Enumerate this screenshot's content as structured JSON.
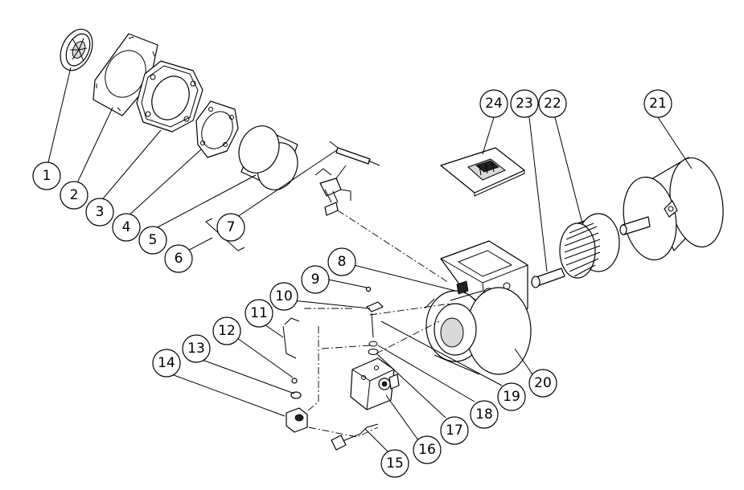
{
  "diagram": {
    "callouts": [
      {
        "id": "p1",
        "label": "1"
      },
      {
        "id": "p2",
        "label": "2"
      },
      {
        "id": "p3",
        "label": "3"
      },
      {
        "id": "p4",
        "label": "4"
      },
      {
        "id": "p5",
        "label": "5"
      },
      {
        "id": "p6",
        "label": "6"
      },
      {
        "id": "p7",
        "label": "7"
      },
      {
        "id": "p8",
        "label": "8"
      },
      {
        "id": "p9",
        "label": "9"
      },
      {
        "id": "p10",
        "label": "10"
      },
      {
        "id": "p11",
        "label": "11"
      },
      {
        "id": "p12",
        "label": "12"
      },
      {
        "id": "p13",
        "label": "13"
      },
      {
        "id": "p14",
        "label": "14"
      },
      {
        "id": "p15",
        "label": "15"
      },
      {
        "id": "p16",
        "label": "16"
      },
      {
        "id": "p17",
        "label": "17"
      },
      {
        "id": "p18",
        "label": "18"
      },
      {
        "id": "p19",
        "label": "19"
      },
      {
        "id": "p20",
        "label": "20"
      },
      {
        "id": "p21",
        "label": "21"
      },
      {
        "id": "p22",
        "label": "22"
      },
      {
        "id": "p23",
        "label": "23"
      },
      {
        "id": "p24",
        "label": "24"
      }
    ]
  }
}
